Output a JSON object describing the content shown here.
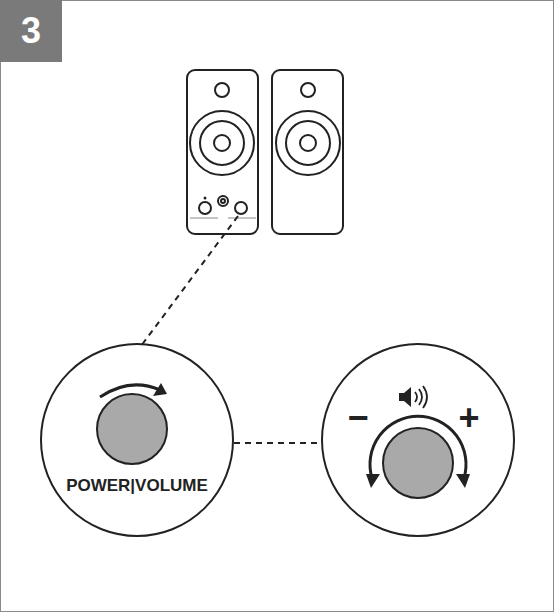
{
  "diagram": {
    "nodes": [
      {
        "text": [
          "3"
        ]
      },
      {
        "text": [
          "POWER|VOLUME"
        ]
      },
      {
        "text": [
          "−",
          "+"
        ]
      }
    ],
    "edges": [
      {
        "from": 1,
        "to": 2,
        "arrow": "none"
      }
    ]
  }
}
